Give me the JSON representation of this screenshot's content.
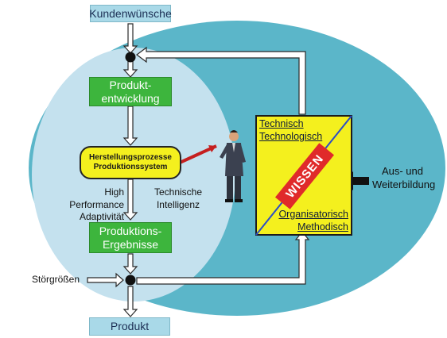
{
  "nodes": {
    "kundenwuensche": "Kundenwünsche",
    "produktentwicklung": [
      "Produkt-",
      "entwicklung"
    ],
    "herstellungsprozesse": [
      "Herstellungsprozesse",
      "Produktionssystem"
    ],
    "produktionsergebnisse": [
      "Produktions-",
      "Ergebnisse"
    ],
    "produkt": "Produkt"
  },
  "labels": {
    "high_performance": [
      "High Performance",
      "Adaptivität"
    ],
    "technische_intelligenz": [
      "Technische",
      "Intelligenz"
    ],
    "stoergroessen": "Störgrößen",
    "aus_und_weiterbildung": [
      "Aus- und",
      "Weiterbildung"
    ]
  },
  "wissen_box": {
    "top_label": [
      "Technisch",
      "Technologisch"
    ],
    "center_label": "WISSEN",
    "bottom_label": [
      "Organisatorisch",
      "Methodisch"
    ]
  },
  "colors": {
    "outer_ellipse": "#5bb6c9",
    "inner_ellipse": "#c4e1ee",
    "green_box": "#3db53d",
    "yellow": "#f4f01e",
    "wissen_banner": "#e02a2a",
    "light_box": "#a9d9e8"
  },
  "icons": {
    "person": "person-in-suit-icon",
    "junction": "black-dot-junction-icon"
  }
}
